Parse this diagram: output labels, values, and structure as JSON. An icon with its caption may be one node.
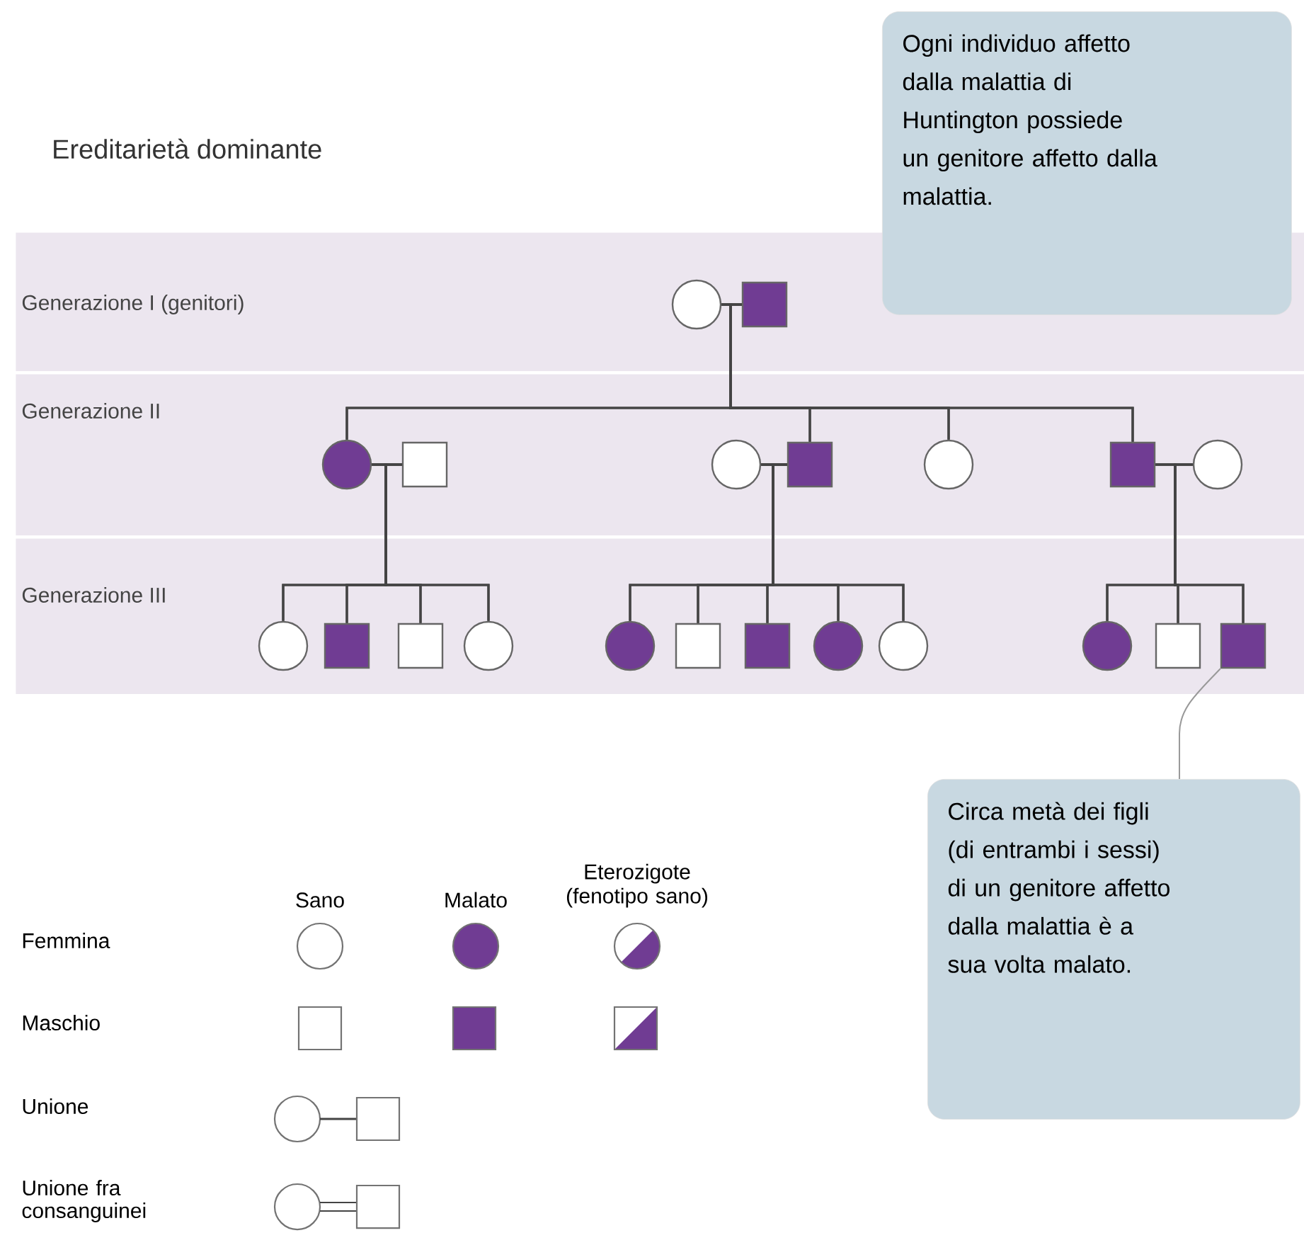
{
  "diagram": {
    "title": "Ereditarietà dominante",
    "nodes": [
      {
        "text": [
          "Generazione I (genitori)"
        ]
      },
      {
        "text": [
          "Generazione II"
        ]
      },
      {
        "text": [
          "Generazione III"
        ]
      },
      {
        "text": [
          "Ogni individuo affetto dalla malattia di Huntington possiede un genitore affetto dalla malattia."
        ]
      },
      {
        "text": [],
        "shape": "circle",
        "in": 0
      },
      {
        "text": [],
        "shape": "box",
        "in": 0
      },
      {
        "text": [],
        "shape": "circle",
        "in": 1
      },
      {
        "text": [],
        "shape": "box",
        "in": 1
      },
      {
        "text": [],
        "shape": "circle",
        "in": 1
      },
      {
        "text": [],
        "shape": "box",
        "in": 1
      },
      {
        "text": [],
        "shape": "circle",
        "in": 1
      },
      {
        "text": [],
        "shape": "box",
        "in": 1
      },
      {
        "text": [],
        "shape": "circle",
        "in": 1
      },
      {
        "text": [],
        "shape": "circle",
        "in": 2
      },
      {
        "text": [],
        "shape": "box",
        "in": 2
      },
      {
        "text": [],
        "shape": "box",
        "in": 2
      },
      {
        "text": [],
        "shape": "circle",
        "in": 2
      },
      {
        "text": [],
        "shape": "circle",
        "in": 2
      },
      {
        "text": [],
        "shape": "box",
        "in": 2
      },
      {
        "text": [],
        "shape": "box",
        "in": 2
      },
      {
        "text": [],
        "shape": "circle",
        "in": 2
      },
      {
        "text": [],
        "shape": "circle",
        "in": 2
      },
      {
        "text": [],
        "shape": "circle",
        "in": 2
      },
      {
        "text": [],
        "shape": "box",
        "in": 2
      },
      {
        "text": [],
        "shape": "box",
        "in": 2
      },
      {
        "text": [
          "Circa metà dei figli (di entrambi i sessi) di un genitore affetto dalla malattia è a sua volta malato."
        ]
      }
    ],
    "edges": [
      {
        "from": 4,
        "to": 5,
        "arrow": "none"
      },
      {
        "from": 4,
        "to": 6,
        "arrow": "none"
      },
      {
        "from": 5,
        "to": 6,
        "arrow": "none"
      },
      {
        "from": 4,
        "to": 9,
        "arrow": "none"
      },
      {
        "from": 5,
        "to": 9,
        "arrow": "none"
      },
      {
        "from": 4,
        "to": 10,
        "arrow": "none"
      },
      {
        "from": 5,
        "to": 10,
        "arrow": "none"
      },
      {
        "from": 4,
        "to": 11,
        "arrow": "none"
      },
      {
        "from": 5,
        "to": 11,
        "arrow": "none"
      },
      {
        "from": 6,
        "to": 7,
        "arrow": "none"
      },
      {
        "from": 8,
        "to": 9,
        "arrow": "none"
      },
      {
        "from": 11,
        "to": 12,
        "arrow": "none"
      },
      {
        "from": 6,
        "to": 13,
        "arrow": "none"
      },
      {
        "from": 7,
        "to": 13,
        "arrow": "none"
      },
      {
        "from": 6,
        "to": 14,
        "arrow": "none"
      },
      {
        "from": 7,
        "to": 14,
        "arrow": "none"
      },
      {
        "from": 6,
        "to": 15,
        "arrow": "none"
      },
      {
        "from": 7,
        "to": 15,
        "arrow": "none"
      },
      {
        "from": 6,
        "to": 16,
        "arrow": "none"
      },
      {
        "from": 7,
        "to": 16,
        "arrow": "none"
      },
      {
        "from": 8,
        "to": 17,
        "arrow": "none"
      },
      {
        "from": 9,
        "to": 17,
        "arrow": "none"
      },
      {
        "from": 8,
        "to": 18,
        "arrow": "none"
      },
      {
        "from": 9,
        "to": 18,
        "arrow": "none"
      },
      {
        "from": 8,
        "to": 19,
        "arrow": "none"
      },
      {
        "from": 9,
        "to": 19,
        "arrow": "none"
      },
      {
        "from": 8,
        "to": 20,
        "arrow": "none"
      },
      {
        "from": 9,
        "to": 20,
        "arrow": "none"
      },
      {
        "from": 8,
        "to": 21,
        "arrow": "none"
      },
      {
        "from": 9,
        "to": 21,
        "arrow": "none"
      },
      {
        "from": 11,
        "to": 22,
        "arrow": "none"
      },
      {
        "from": 12,
        "to": 22,
        "arrow": "none"
      },
      {
        "from": 11,
        "to": 23,
        "arrow": "none"
      },
      {
        "from": 12,
        "to": 23,
        "arrow": "none"
      },
      {
        "from": 11,
        "to": 24,
        "arrow": "none"
      },
      {
        "from": 12,
        "to": 24,
        "arrow": "none"
      },
      {
        "from": 25,
        "to": 24,
        "arrow": "none"
      }
    ],
    "labels": [
      "Sano",
      "Malato",
      "Eterozigote (fenotipo sano)"
    ],
    "legend": [
      {
        "text": "Femmina"
      },
      {
        "text": "Maschio"
      },
      {
        "text": "Unione"
      },
      {
        "text": "Unione fra consanguinei"
      }
    ]
  }
}
